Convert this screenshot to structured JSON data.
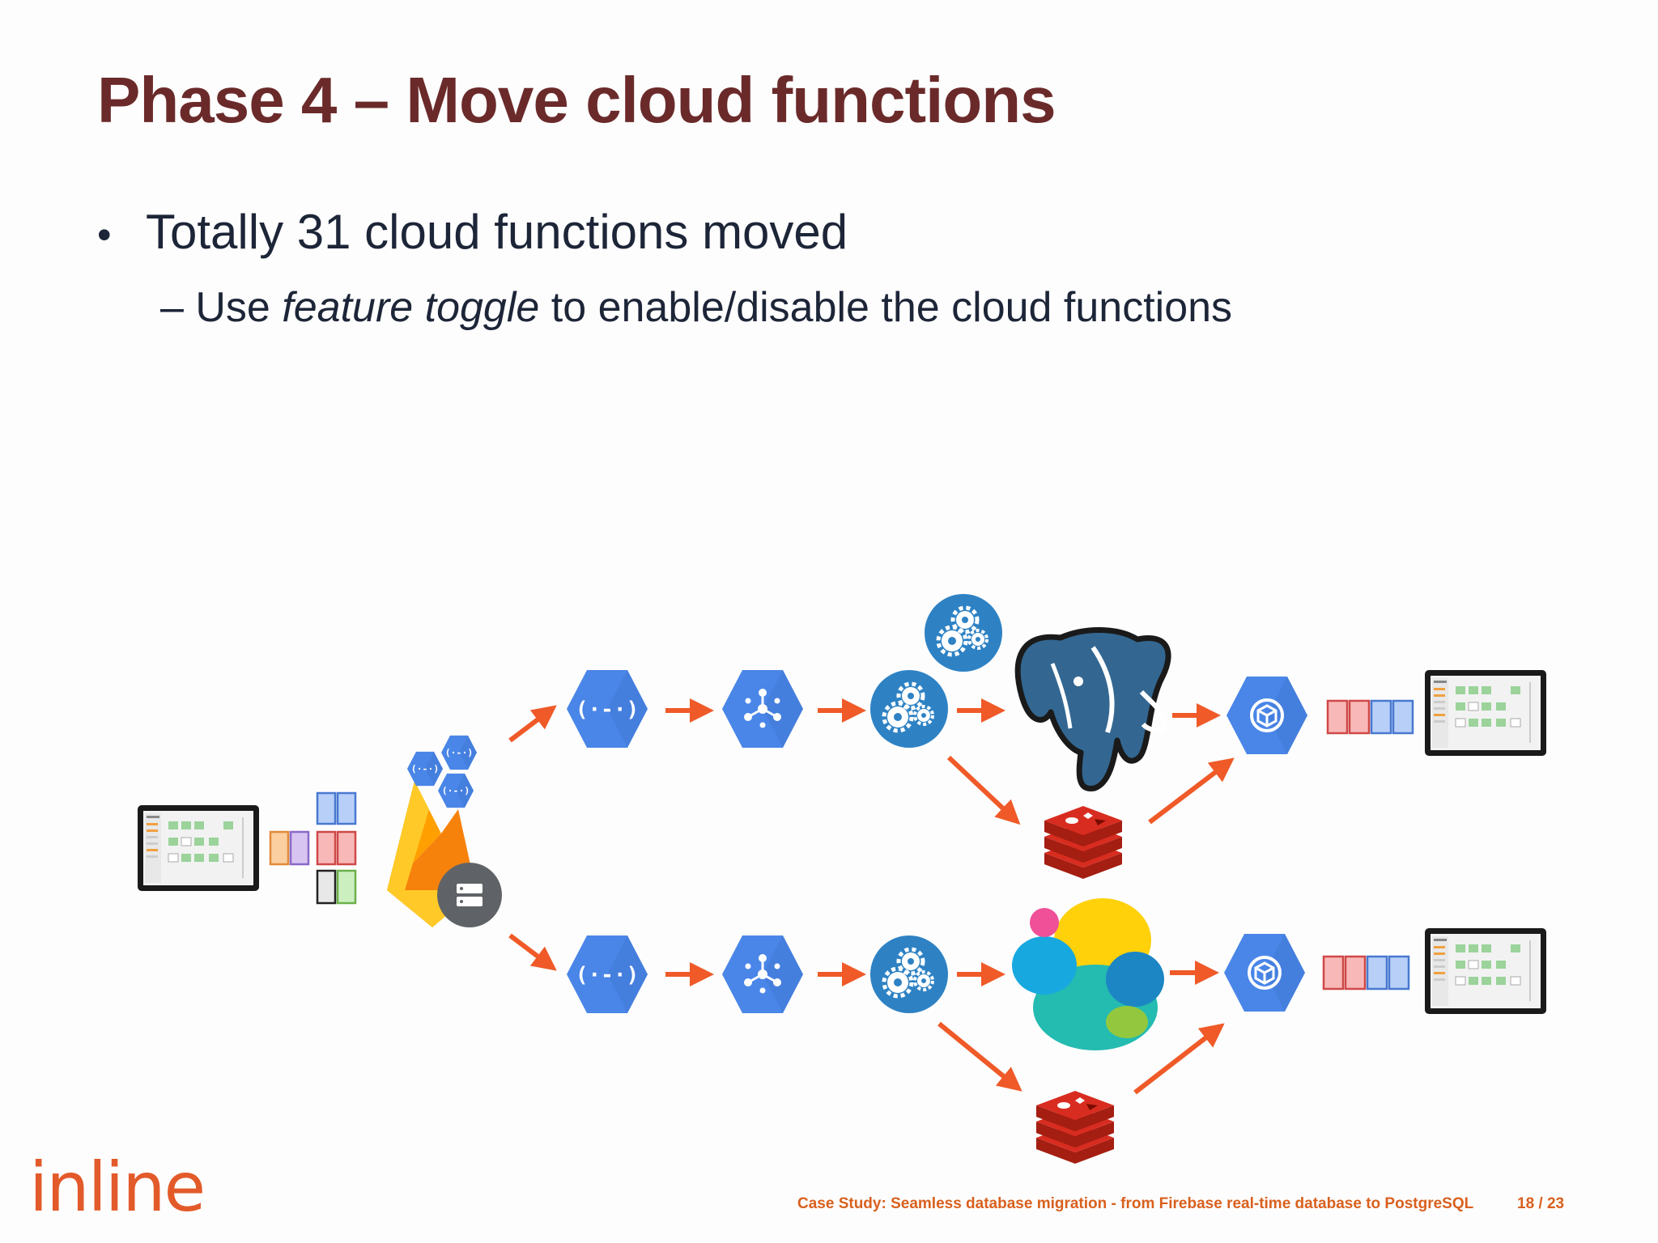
{
  "slide": {
    "title": "Phase 4 – Move cloud functions",
    "bullet": {
      "marker": "•",
      "text": "Totally 31 cloud functions moved"
    },
    "sub_bullet": {
      "dash": "–",
      "prefix": " Use ",
      "emphasis": "feature toggle",
      "suffix": " to enable/disable the cloud functions"
    },
    "logo_text": "inline",
    "footer_text": "Case Study: Seamless database migration - from Firebase real-time database to PostgreSQL",
    "page_current": "18",
    "page_separator": " / ",
    "page_total": "23"
  },
  "colors": {
    "title": "#6b2a2a",
    "body_text": "#1d2538",
    "accent_orange": "#e35a2a",
    "arrow": "#ef5a28",
    "gcp_blue": "#4a86e8",
    "gears_blue": "#2e82c4",
    "postgres_blue": "#336791",
    "redis_red": "#d82c20",
    "firebase_yellow": "#ffc107",
    "firebase_orange": "#f6820c"
  },
  "icons": {
    "tablet": "tablet-icon",
    "message_queue": "message-queue-icon",
    "firebase": "firebase-icon",
    "cloud_function": "cloud-functions-icon",
    "pubsub": "pubsub-icon",
    "gears": "gears-icon",
    "postgresql": "postgresql-icon",
    "redis": "redis-icon",
    "elasticsearch": "elasticsearch-icon",
    "app_engine": "app-engine-icon",
    "database_badge": "database-server-icon"
  }
}
